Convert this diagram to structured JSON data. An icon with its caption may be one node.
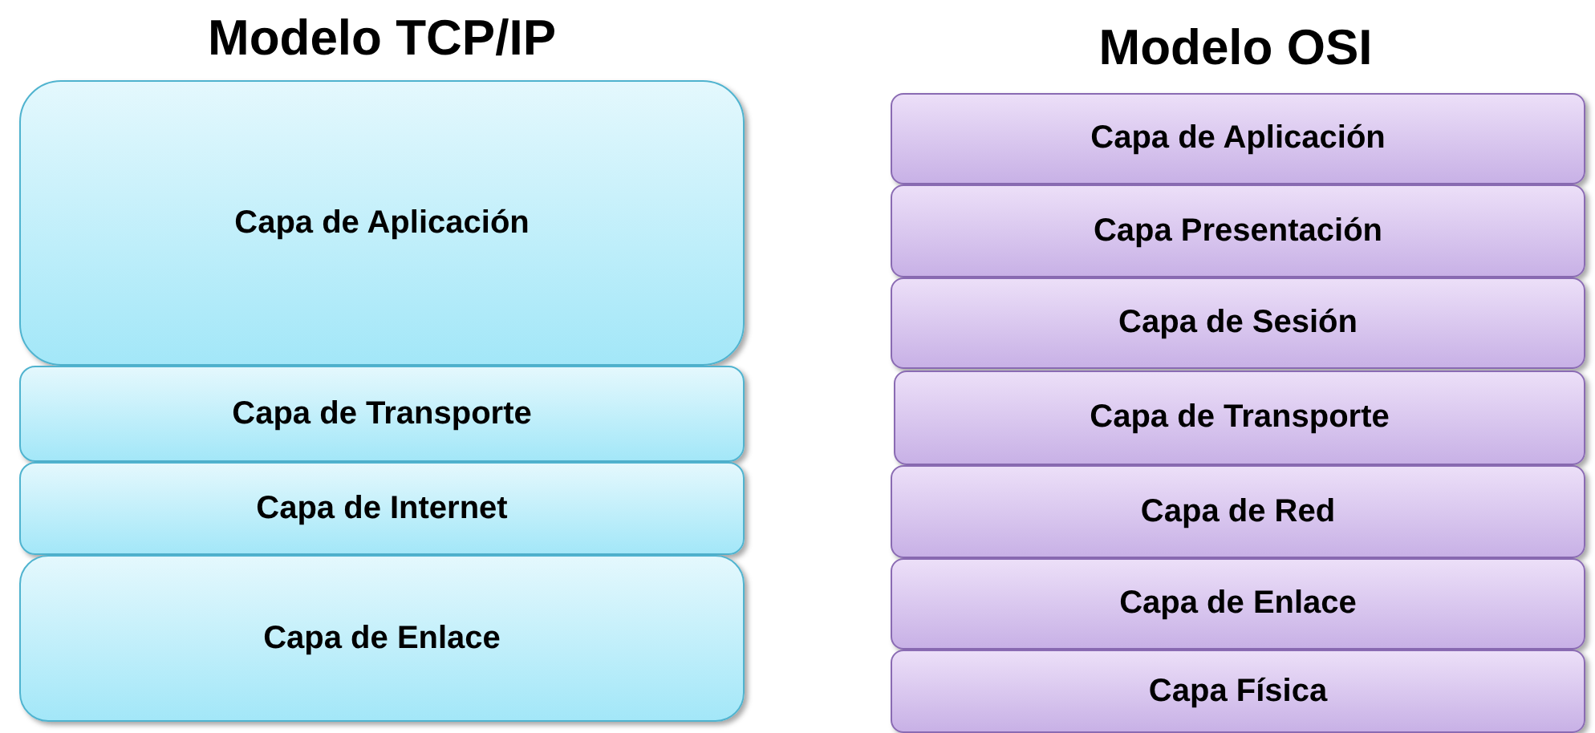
{
  "diagram": {
    "nodes": [
      {
        "text": [
          "Capa de Aplicación"
        ]
      },
      {
        "text": [
          "Capa de Transporte"
        ]
      },
      {
        "text": [
          "Capa de Internet"
        ]
      },
      {
        "text": [
          "Capa de Enlace"
        ]
      },
      {
        "text": [
          "Capa de Aplicación"
        ]
      },
      {
        "text": [
          "Capa Presentación"
        ]
      },
      {
        "text": [
          "Capa de Sesión"
        ]
      },
      {
        "text": [
          "Capa de Transporte"
        ]
      },
      {
        "text": [
          "Capa de Red"
        ]
      },
      {
        "text": [
          "Capa de Enlace"
        ]
      },
      {
        "text": [
          "Capa Física"
        ]
      }
    ],
    "labels": [
      "Modelo TCP/IP",
      "Modelo OSI"
    ]
  }
}
